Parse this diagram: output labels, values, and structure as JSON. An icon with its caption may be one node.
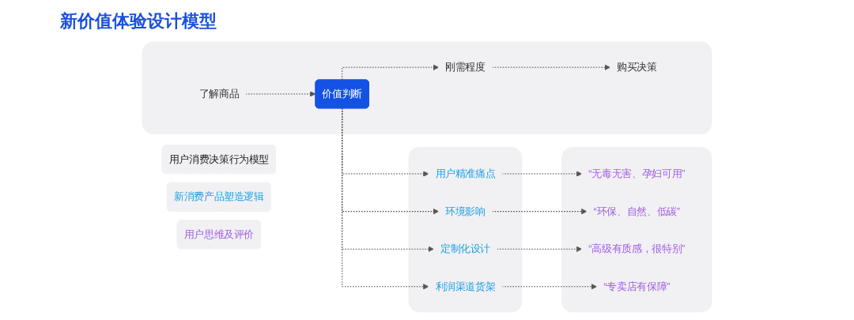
{
  "diagram": {
    "title": "新价值体验设计模型",
    "nodes": [
      {
        "text": [
          "用户消费决策行为模型"
        ]
      },
      {
        "text": [],
        "shape": "box"
      },
      {
        "text": [
          "了解商品"
        ],
        "in": 1
      },
      {
        "text": [
          "价值判断"
        ],
        "in": 1
      },
      {
        "text": [
          "刚需程度"
        ],
        "in": 1
      },
      {
        "text": [
          "购买决策"
        ],
        "in": 1
      },
      {
        "text": [
          "新消费产品塑造逻辑"
        ]
      },
      {
        "text": [],
        "shape": "box"
      },
      {
        "text": [
          "用户精准痛点"
        ],
        "in": 7
      },
      {
        "text": [
          "环境影响"
        ],
        "in": 7
      },
      {
        "text": [
          "定制化设计"
        ],
        "in": 7
      },
      {
        "text": [
          "利润渠道货架"
        ],
        "in": 7
      },
      {
        "text": [
          "用户思维及评价"
        ]
      },
      {
        "text": [],
        "shape": "box"
      },
      {
        "text": [
          "“无毒无害、孕妇可用”"
        ],
        "in": 13
      },
      {
        "text": [
          "“环保、自然、低碳”"
        ],
        "in": 13
      },
      {
        "text": [
          "“高级有质感，很特别”"
        ],
        "in": 13
      },
      {
        "text": [
          "“专卖店有保障”"
        ],
        "in": 13
      }
    ],
    "edges": [
      {
        "from": 2,
        "to": 3,
        "arrow": "to",
        "style": "dashed"
      },
      {
        "from": 3,
        "to": 4,
        "arrow": "to",
        "style": "dashed"
      },
      {
        "from": 4,
        "to": 5,
        "arrow": "to",
        "style": "dashed"
      },
      {
        "from": 3,
        "to": 8,
        "arrow": "to",
        "style": "dashed"
      },
      {
        "from": 3,
        "to": 9,
        "arrow": "to",
        "style": "dashed"
      },
      {
        "from": 3,
        "to": 10,
        "arrow": "to",
        "style": "dashed"
      },
      {
        "from": 3,
        "to": 11,
        "arrow": "to",
        "style": "dashed"
      },
      {
        "from": 8,
        "to": 14,
        "arrow": "to",
        "style": "dashed"
      },
      {
        "from": 9,
        "to": 15,
        "arrow": "to",
        "style": "dashed"
      },
      {
        "from": 10,
        "to": 16,
        "arrow": "to",
        "style": "dashed"
      },
      {
        "from": 11,
        "to": 17,
        "arrow": "to",
        "style": "dashed"
      }
    ]
  }
}
